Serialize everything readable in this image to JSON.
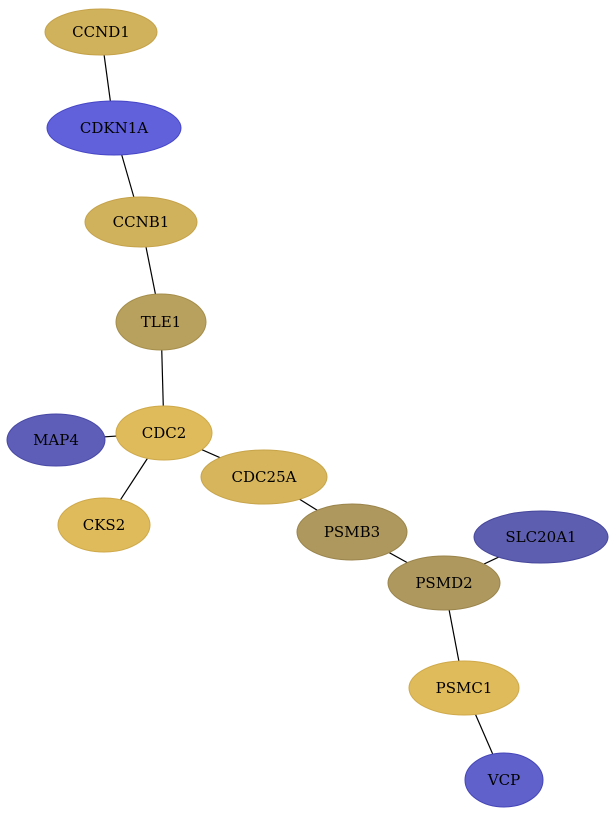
{
  "nodes": [
    {
      "id": "CCND1",
      "label": "CCND1",
      "fill": "#d1b25c",
      "stroke": "#c4a24a"
    },
    {
      "id": "CDKN1A",
      "label": "CDKN1A",
      "fill": "#6161dc",
      "stroke": "#4646c6"
    },
    {
      "id": "CCNB1",
      "label": "CCNB1",
      "fill": "#d1b25c",
      "stroke": "#c4a24a"
    },
    {
      "id": "TLE1",
      "label": "TLE1",
      "fill": "#b8a05e",
      "stroke": "#a58e4c"
    },
    {
      "id": "CDC2",
      "label": "CDC2",
      "fill": "#dfbb5c",
      "stroke": "#cfa94a"
    },
    {
      "id": "MAP4",
      "label": "MAP4",
      "fill": "#5e5eb8",
      "stroke": "#4848a6"
    },
    {
      "id": "CKS2",
      "label": "CKS2",
      "fill": "#dfbb5c",
      "stroke": "#cfa94a"
    },
    {
      "id": "CDC25A",
      "label": "CDC25A",
      "fill": "#d6b55c",
      "stroke": "#c7a44a"
    },
    {
      "id": "PSMB3",
      "label": "PSMB3",
      "fill": "#ae985e",
      "stroke": "#9a844c"
    },
    {
      "id": "SLC20A1",
      "label": "SLC20A1",
      "fill": "#5e5eb0",
      "stroke": "#46469c"
    },
    {
      "id": "PSMD2",
      "label": "PSMD2",
      "fill": "#ae985e",
      "stroke": "#9a844c"
    },
    {
      "id": "PSMC1",
      "label": "PSMC1",
      "fill": "#dfbb5c",
      "stroke": "#cfa94a"
    },
    {
      "id": "VCP",
      "label": "VCP",
      "fill": "#6161cc",
      "stroke": "#4646b8"
    }
  ],
  "edges": [
    [
      "CCND1",
      "CDKN1A"
    ],
    [
      "CDKN1A",
      "CCNB1"
    ],
    [
      "CCNB1",
      "TLE1"
    ],
    [
      "TLE1",
      "CDC2"
    ],
    [
      "CDC2",
      "MAP4"
    ],
    [
      "CDC2",
      "CKS2"
    ],
    [
      "CDC2",
      "CDC25A"
    ],
    [
      "CDC25A",
      "PSMB3"
    ],
    [
      "PSMB3",
      "PSMD2"
    ],
    [
      "SLC20A1",
      "PSMD2"
    ],
    [
      "PSMD2",
      "PSMC1"
    ],
    [
      "PSMC1",
      "VCP"
    ]
  ]
}
